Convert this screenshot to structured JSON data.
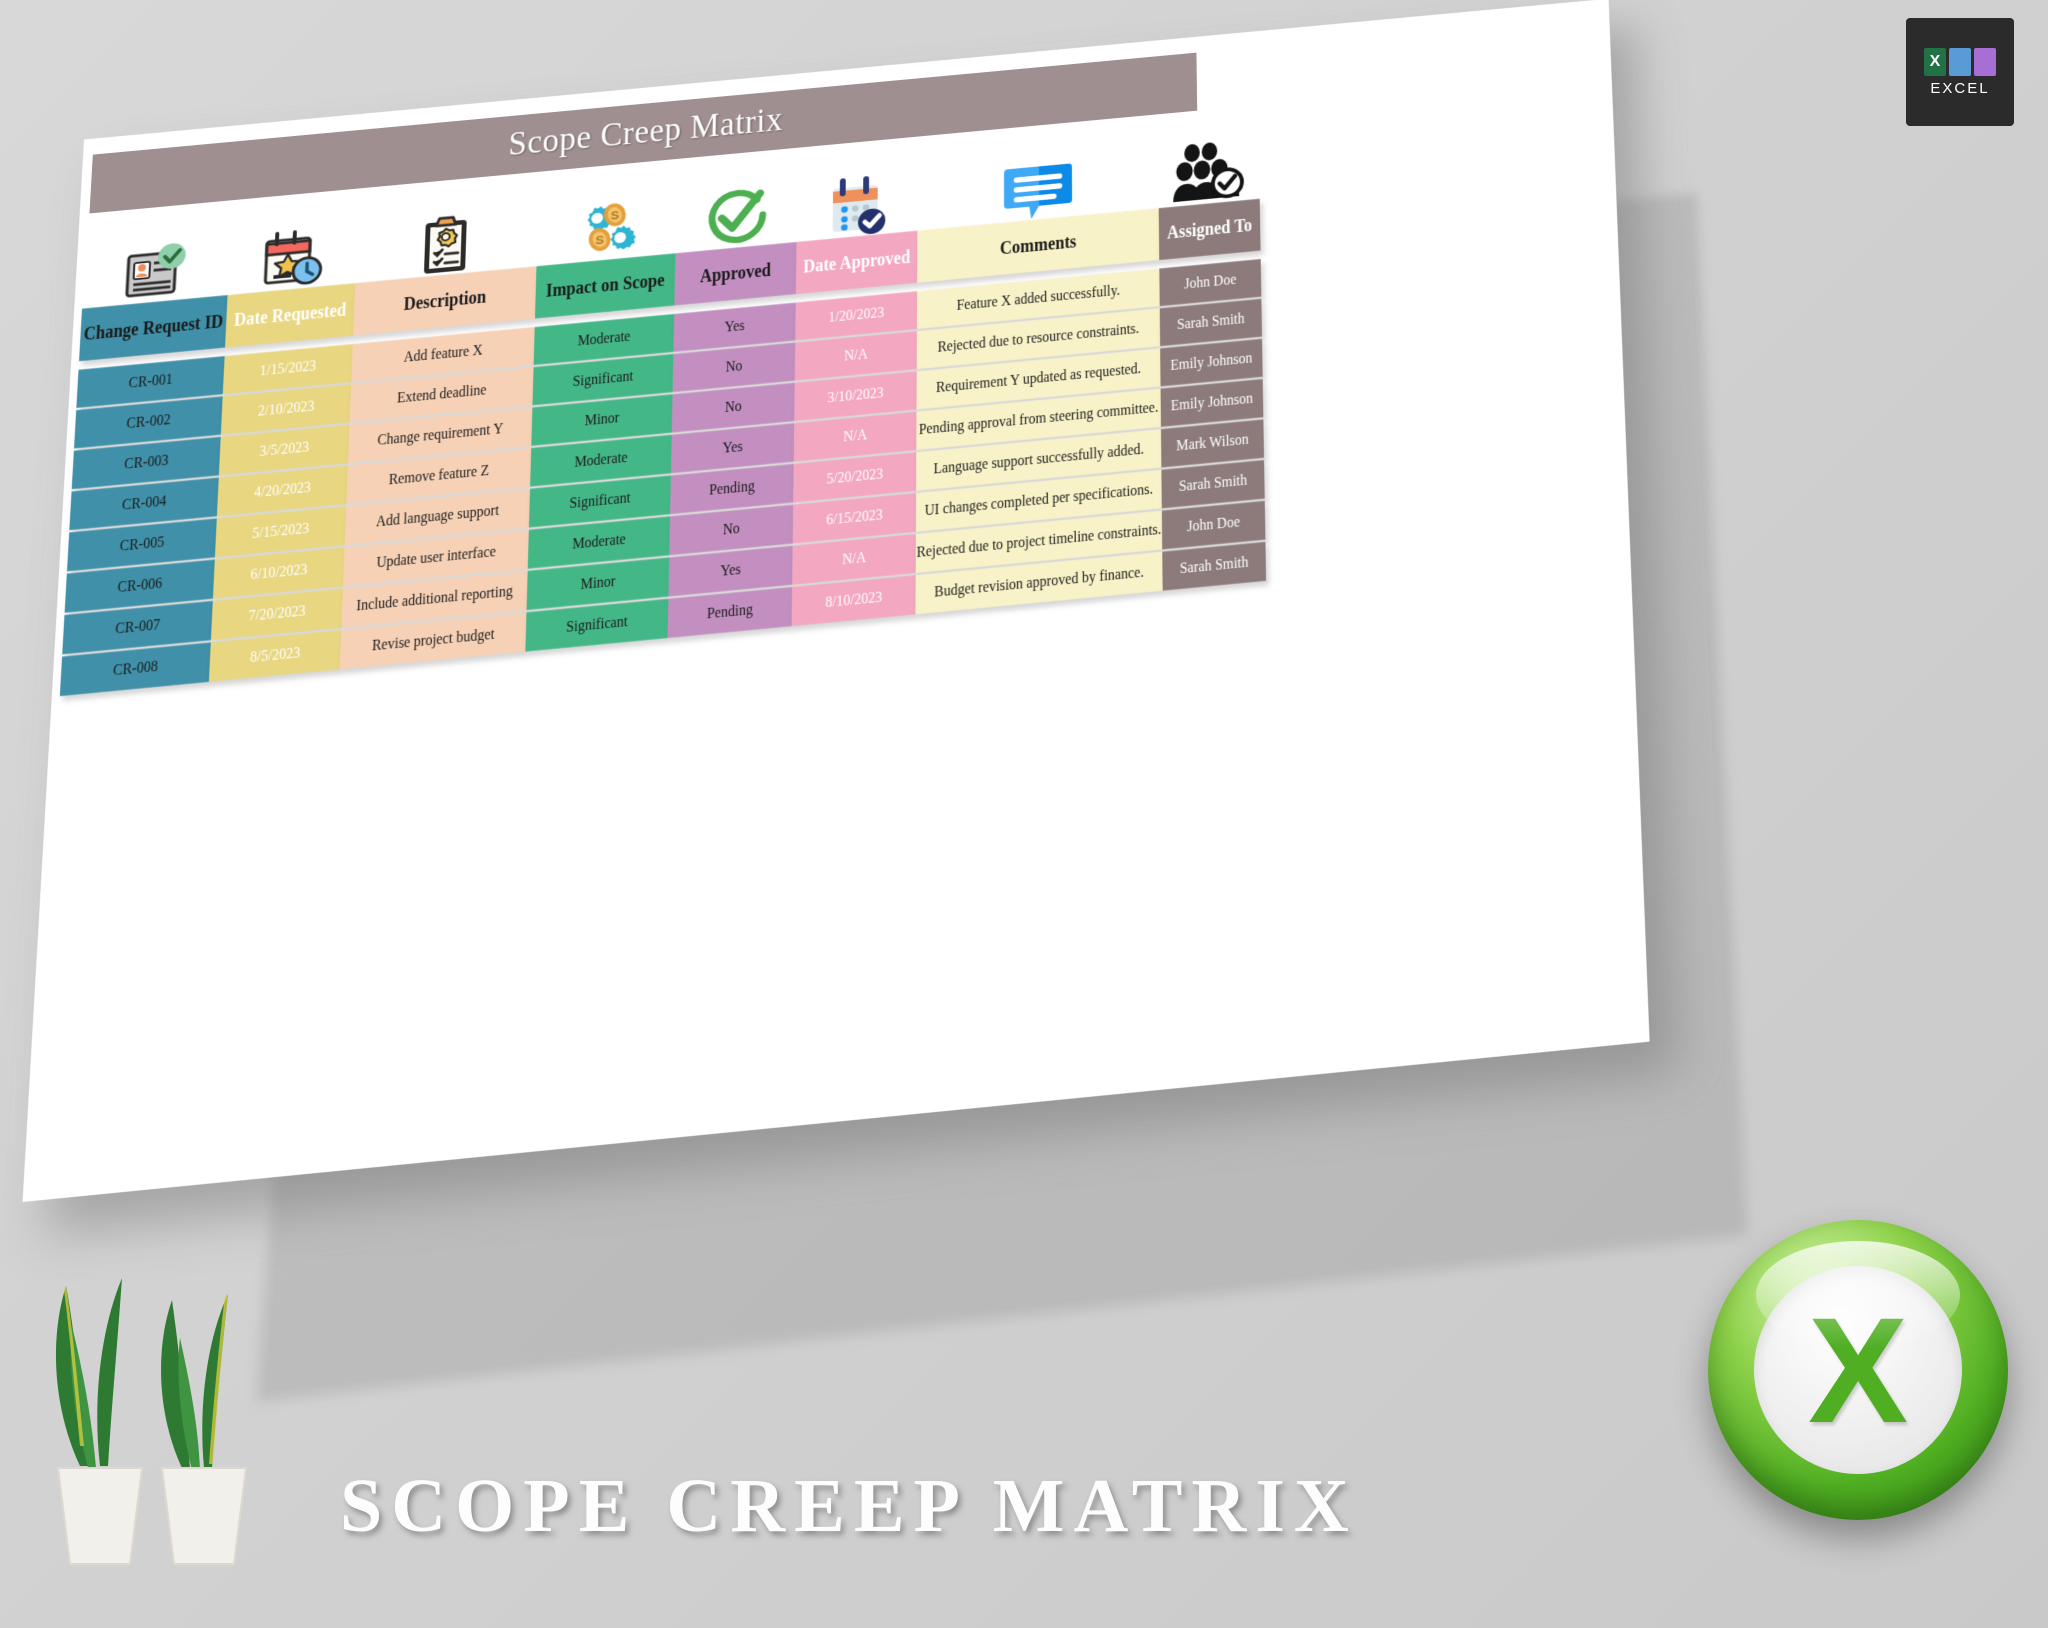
{
  "banner": {
    "title": "Scope Creep Matrix"
  },
  "bottom_title": "SCOPE CREEP MATRIX",
  "excel_badge": {
    "label": "EXCEL"
  },
  "orb": {
    "letter": "X"
  },
  "table": {
    "columns": [
      {
        "label": "Change Request ID",
        "icon": "id-card-check-icon",
        "bg": "#3f90a8",
        "fg": "#1a1a1a"
      },
      {
        "label": "Date Requested",
        "icon": "calendar-star-clock-icon",
        "bg": "#e8d680",
        "fg": "#ffffff"
      },
      {
        "label": "Description",
        "icon": "clipboard-gear-icon",
        "bg": "#f6d1b6",
        "fg": "#1a1a1a"
      },
      {
        "label": "Impact on Scope",
        "icon": "gears-coins-icon",
        "bg": "#44b787",
        "fg": "#1a1a1a"
      },
      {
        "label": "Approved",
        "icon": "green-check-circle-icon",
        "bg": "#c28fc0",
        "fg": "#1a1a1a"
      },
      {
        "label": "Date Approved",
        "icon": "calendar-check-icon",
        "bg": "#f3a7c0",
        "fg": "#ffffff"
      },
      {
        "label": "Comments",
        "icon": "speech-bubble-icon",
        "bg": "#f8f2c8",
        "fg": "#1a1a1a"
      },
      {
        "label": "Assigned To",
        "icon": "people-group-check-icon",
        "bg": "#8d7b7b",
        "fg": "#ffffff"
      }
    ],
    "rows": [
      {
        "id": "CR-001",
        "date_requested": "1/15/2023",
        "description": "Add feature X",
        "impact": "Moderate",
        "approved": "Yes",
        "date_approved": "1/20/2023",
        "comments": "Feature X added successfully.",
        "assigned_to": "John Doe"
      },
      {
        "id": "CR-002",
        "date_requested": "2/10/2023",
        "description": "Extend deadline",
        "impact": "Significant",
        "approved": "No",
        "date_approved": "N/A",
        "comments": "Rejected due to resource constraints.",
        "assigned_to": "Sarah Smith"
      },
      {
        "id": "CR-003",
        "date_requested": "3/5/2023",
        "description": "Change requirement Y",
        "impact": "Minor",
        "approved": "No",
        "date_approved": "3/10/2023",
        "comments": "Requirement Y updated as requested.",
        "assigned_to": "Emily Johnson"
      },
      {
        "id": "CR-004",
        "date_requested": "4/20/2023",
        "description": "Remove feature Z",
        "impact": "Moderate",
        "approved": "Yes",
        "date_approved": "N/A",
        "comments": "Pending approval from steering committee.",
        "assigned_to": "Emily Johnson"
      },
      {
        "id": "CR-005",
        "date_requested": "5/15/2023",
        "description": "Add language support",
        "impact": "Significant",
        "approved": "Pending",
        "date_approved": "5/20/2023",
        "comments": "Language support successfully added.",
        "assigned_to": "Mark Wilson"
      },
      {
        "id": "CR-006",
        "date_requested": "6/10/2023",
        "description": "Update user interface",
        "impact": "Moderate",
        "approved": "No",
        "date_approved": "6/15/2023",
        "comments": "UI changes completed per specifications.",
        "assigned_to": "Sarah Smith"
      },
      {
        "id": "CR-007",
        "date_requested": "7/20/2023",
        "description": "Include additional reporting",
        "impact": "Minor",
        "approved": "Yes",
        "date_approved": "N/A",
        "comments": "Rejected due to project timeline constraints.",
        "assigned_to": "John Doe"
      },
      {
        "id": "CR-008",
        "date_requested": "8/5/2023",
        "description": "Revise project budget",
        "impact": "Significant",
        "approved": "Pending",
        "date_approved": "8/10/2023",
        "comments": "Budget revision approved by finance.",
        "assigned_to": "Sarah Smith"
      }
    ]
  },
  "colors": {
    "banner_bg": "#a08f90",
    "sheet_bg": "#ffffff",
    "page_bg": "#d4d4d4",
    "excel_green": "#4fae21"
  }
}
